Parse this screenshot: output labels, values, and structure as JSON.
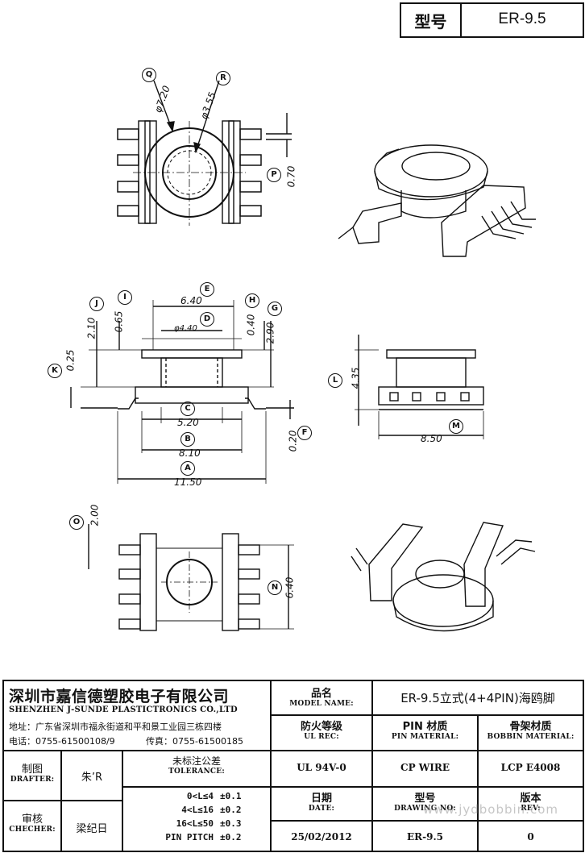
{
  "header": {
    "label_type": "型号",
    "value_type": "ER-9.5"
  },
  "drawing": {
    "top_view": {
      "labels": [
        "Q",
        "R",
        "P"
      ],
      "dims": [
        "φ7.20",
        "φ3.55",
        "0.70"
      ]
    },
    "front_view": {
      "labels": [
        "J",
        "I",
        "E",
        "D",
        "H",
        "G",
        "K",
        "C",
        "B",
        "A",
        "F"
      ],
      "dims": [
        "2.10",
        "0.65",
        "6.40",
        "φ4.40",
        "0.40",
        "2.90",
        "0.25",
        "5.20",
        "8.10",
        "11.50",
        "0.20"
      ]
    },
    "side_view": {
      "labels": [
        "L",
        "M"
      ],
      "dims": [
        "4.35",
        "8.50"
      ]
    },
    "bottom_view": {
      "labels": [
        "O",
        "N"
      ],
      "dims": [
        "2.00",
        "6.40"
      ]
    }
  },
  "title_block": {
    "company_cn": "深圳市嘉信德塑胶电子有限公司",
    "company_en": "SHENZHEN J-SUNDE PLASTICTRONICS CO.,LTD",
    "address": "地址：广东省深圳市福永街道和平和景工业园三栋四楼",
    "phone": "电话：0755-61500108/9",
    "fax": "传真：0755-61500185",
    "model_name_cn": "品名",
    "model_name_en": "MODEL NAME:",
    "model_name_value": "ER-9.5立式(4+4PIN)海鸥脚",
    "ul_rec_cn": "防火等级",
    "ul_rec_en": "UL REC:",
    "pin_material_cn": "PIN 材质",
    "pin_material_en": "PIN MATERIAL:",
    "bobbin_material_cn": "骨架材质",
    "bobbin_material_en": "BOBBIN MATERIAL:",
    "ul_value": "UL 94V-0",
    "pin_value": "CP WIRE",
    "bobbin_value": "LCP E4008",
    "drafter_cn": "制图",
    "drafter_en": "DRAFTER:",
    "drafter_value": "朱’R",
    "checker_cn": "审核",
    "checker_en": "CHECHER:",
    "checker_value": "梁纪日",
    "tolerance_cn": "未标注公差",
    "tolerance_en": "TOLERANCE:",
    "tolerance_rows": [
      {
        "range": "0<L≤4",
        "value": "±0.1"
      },
      {
        "range": "4<L≤16",
        "value": "±0.2"
      },
      {
        "range": "16<L≤50",
        "value": "±0.3"
      },
      {
        "range": "PIN PITCH",
        "value": "±0.2"
      }
    ],
    "date_cn": "日期",
    "date_en": "DATE:",
    "date_value": "25/02/2012",
    "drawing_no_cn": "型号",
    "drawing_no_en": "DRAWING NO:",
    "drawing_no_value": "ER-9.5",
    "rev_cn": "版本",
    "rev_en": "REV:",
    "rev_value": "0",
    "watermark": "www.jydbobbin.com"
  }
}
